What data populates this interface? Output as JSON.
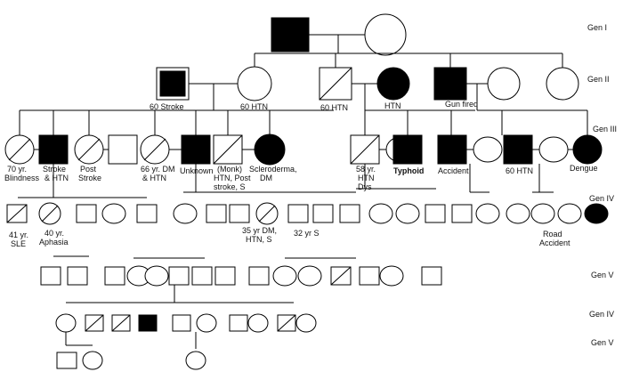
{
  "generation_labels": {
    "r1": "Gen I",
    "r2": "Gen II",
    "r3": "Gen III",
    "r4": "Gen IV",
    "r5": "Gen V",
    "r6": "Gen IV",
    "r7": "Gen V"
  },
  "annotations": {
    "ii_stroke": "60 Stroke",
    "ii_htn": "60 HTN",
    "ii_htn2": "60 HTN",
    "ii_htn3": "HTN",
    "ii_gunfired": "Gun fired",
    "iii_blind_1": "70 yr.",
    "iii_blind_2": "Blindness",
    "iii_strokehtn_1": "Stroke",
    "iii_strokehtn_2": "& HTN",
    "iii_poststroke_1": "Post",
    "iii_poststroke_2": "Stroke",
    "iii_dm_1": "66 yr. DM",
    "iii_dm_2": "& HTN",
    "iii_unknown": "Unknown",
    "iii_monk_1": "(Monk)",
    "iii_monk_2": "HTN, Post",
    "iii_monk_3": "stroke, S",
    "iii_sclero_1": "Scleroderma,",
    "iii_sclero_2": "DM",
    "iii_58_1": "58 yr.",
    "iii_58_2": "HTN",
    "iii_58_3": "Dys",
    "iii_typhoid": "Typhoid",
    "iii_accident": "Accident",
    "iii_60htn": "60 HTN",
    "iii_dengue": "Dengue",
    "iv_sle_1": "41 yr.",
    "iv_sle_2": "SLE",
    "iv_aphasia_1": "40 yr.",
    "iv_aphasia_2": "Aphasia",
    "iv_35_1": "35 yr DM,",
    "iv_35_2": "HTN, S",
    "iv_32": "32 yr S",
    "iv_road_1": "Road",
    "iv_road_2": "Accident"
  },
  "legend_colors": {
    "affected": "#000000",
    "unaffected": "#ffffff"
  }
}
